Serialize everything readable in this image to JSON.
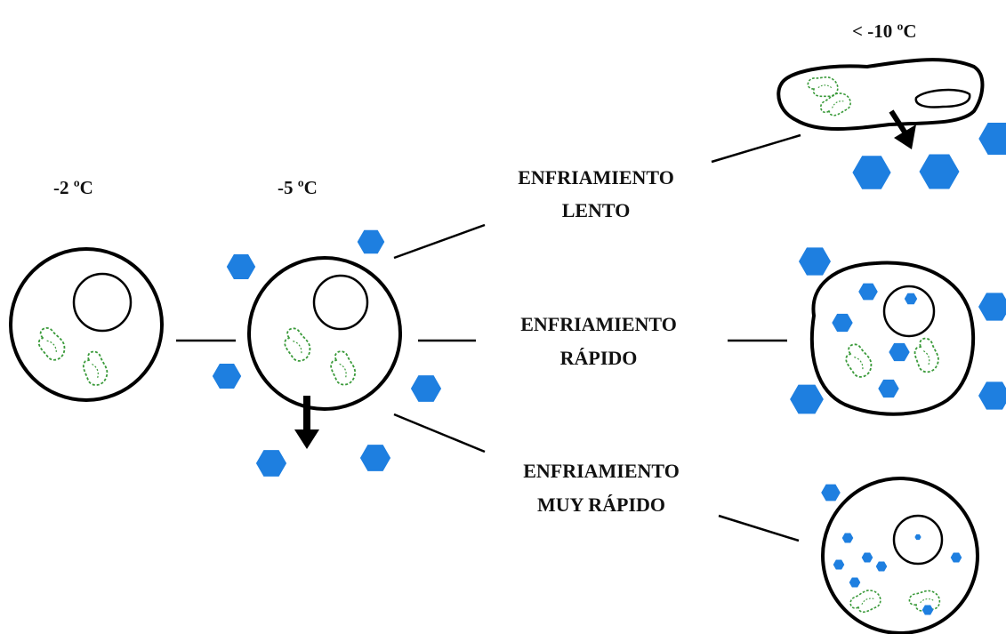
{
  "temperatures": {
    "t1": "-2 ºC",
    "t2": "-5 ºC",
    "t3": "< -10 ºC"
  },
  "paths": {
    "slow": {
      "line1": "ENFRIAMIENTO",
      "line2": "LENTO"
    },
    "fast": {
      "line1": "ENFRIAMIENTO",
      "line2": "RÁPIDO"
    },
    "very_fast": {
      "line1": "ENFRIAMIENTO",
      "line2": "MUY RÁPIDO"
    }
  },
  "colors": {
    "ice_crystal": "#1E7FE0",
    "outline": "#000000",
    "mitochondria": "#3A9A3A",
    "background": "#FFFFFF"
  }
}
